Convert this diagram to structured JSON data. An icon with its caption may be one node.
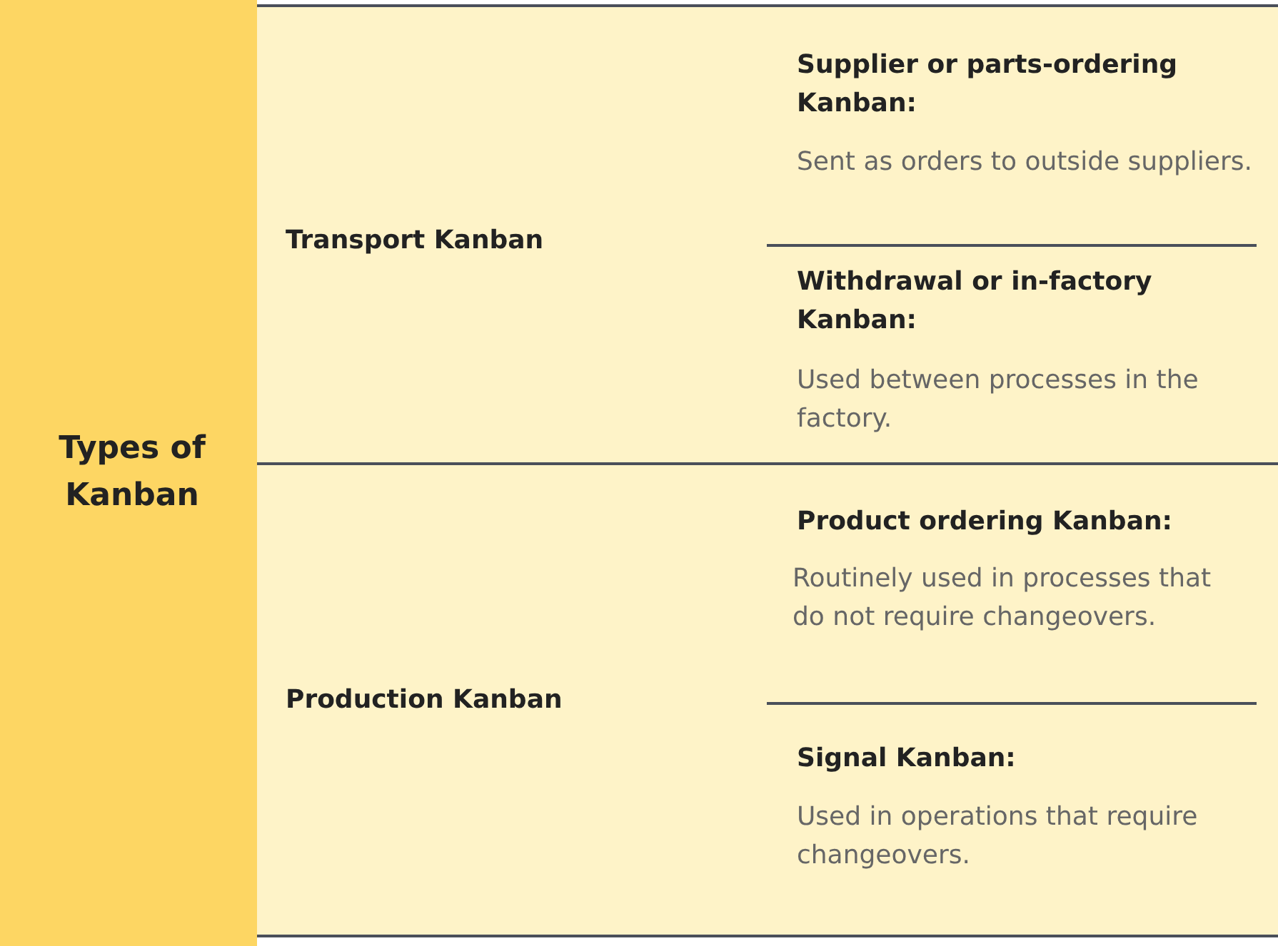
{
  "diagram": {
    "labels": [
      "Types of Kanban",
      "Transport Kanban",
      "Supplier or parts-ordering Kanban:",
      "Sent as orders to outside suppliers.",
      "Withdrawal or in-factory Kanban:",
      "Used between processes in the factory.",
      "Production Kanban",
      "Product ordering Kanban:",
      "Routinely used in processes that do not require changeovers.",
      "Signal Kanban:",
      "Used in operations that require changeovers."
    ]
  }
}
